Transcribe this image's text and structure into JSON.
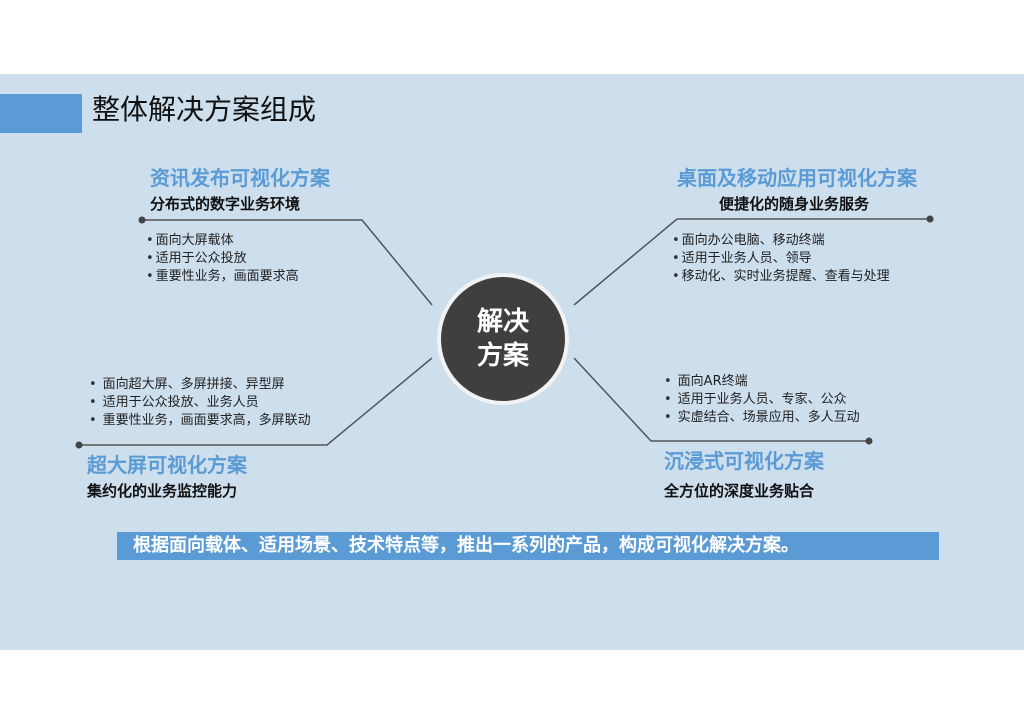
{
  "slide": {
    "title": "整体解决方案组成",
    "hub": {
      "line1": "解决",
      "line2": "方案"
    },
    "colors": {
      "accent": "#5b9bd5",
      "background": "#cddeed",
      "hub": "#3f3f3f"
    },
    "quadrants": {
      "top_left": {
        "heading": "资讯发布可视化方案",
        "subheading": "分布式的数字业务环境",
        "bullets": [
          "面向大屏载体",
          "适用于公众投放",
          "重要性业务，画面要求高"
        ]
      },
      "top_right": {
        "heading": "桌面及移动应用可视化方案",
        "subheading": "便捷化的随身业务服务",
        "bullets": [
          "面向办公电脑、移动终端",
          "适用于业务人员、领导",
          "移动化、实时业务提醒、查看与处理"
        ]
      },
      "bottom_left": {
        "heading": "超大屏可视化方案",
        "subheading": "集约化的业务监控能力",
        "bullets": [
          "面向超大屏、多屏拼接、异型屏",
          "适用于公众投放、业务人员",
          "重要性业务，画面要求高，多屏联动"
        ]
      },
      "bottom_right": {
        "heading": "沉浸式可视化方案",
        "subheading": "全方位的深度业务贴合",
        "bullets": [
          "面向AR终端",
          "适用于业务人员、专家、公众",
          "实虚结合、场景应用、多人互动"
        ]
      }
    },
    "banner": "根据面向载体、适用场景、技术特点等，推出一系列的产品，构成可视化解决方案。"
  }
}
